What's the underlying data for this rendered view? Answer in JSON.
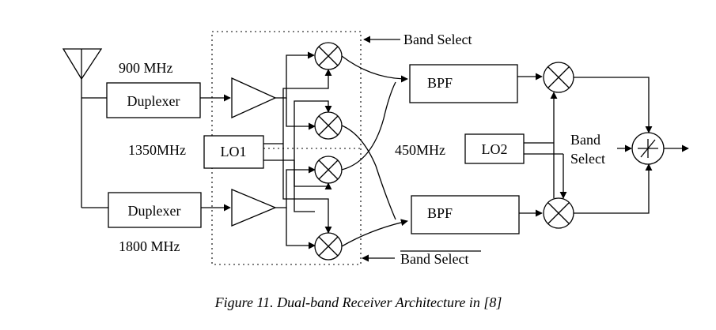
{
  "labels": {
    "freq_900": "900 MHz",
    "freq_1800": "1800 MHz",
    "freq_1350": "1350MHz",
    "freq_450": "450MHz",
    "duplexer_top": "Duplexer",
    "duplexer_bottom": "Duplexer",
    "lo1": "LO1",
    "lo2": "LO2",
    "bpf_top": "BPF",
    "bpf_bottom": "BPF",
    "band_select_top": "Band Select",
    "band_select_bottom": "Band Select",
    "band_select_mid_line1": "Band",
    "band_select_mid_line2": "Select"
  },
  "caption": "Figure 11. Dual-band Receiver Architecture in [8]"
}
